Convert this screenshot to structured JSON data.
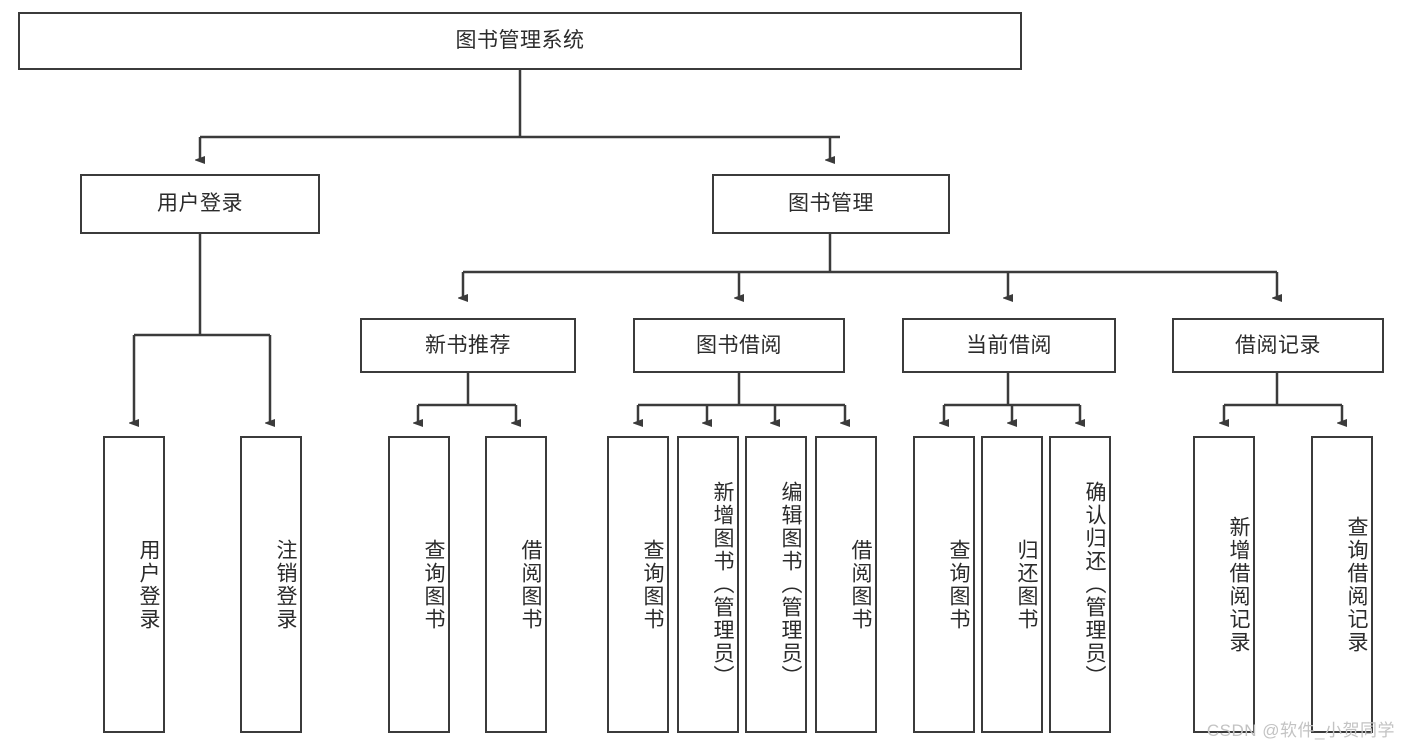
{
  "diagram": {
    "title_node": {
      "label": "图书管理系统"
    },
    "level2": [
      {
        "key": "user_login",
        "label": "用户登录"
      },
      {
        "key": "book_manage",
        "label": "图书管理"
      }
    ],
    "level3": [
      {
        "key": "new_book_rec",
        "label": "新书推荐"
      },
      {
        "key": "book_borrow",
        "label": "图书借阅"
      },
      {
        "key": "current_borrow",
        "label": "当前借阅"
      },
      {
        "key": "borrow_record",
        "label": "借阅记录"
      }
    ],
    "leaves": {
      "user_login": [
        {
          "label": "用户登录"
        },
        {
          "label": "注销登录"
        }
      ],
      "new_book_rec": [
        {
          "label": "查询图书"
        },
        {
          "label": "借阅图书"
        }
      ],
      "book_borrow": [
        {
          "label": "查询图书"
        },
        {
          "label": "新增图书（管理员）"
        },
        {
          "label": "编辑图书（管理员）"
        },
        {
          "label": "借阅图书"
        }
      ],
      "current_borrow": [
        {
          "label": "查询图书"
        },
        {
          "label": "归还图书"
        },
        {
          "label": "确认归还（管理员）"
        }
      ],
      "borrow_record": [
        {
          "label": "新增借阅记录"
        },
        {
          "label": "查询借阅记录"
        }
      ]
    },
    "colors": {
      "stroke": "#3b3b3b",
      "text": "#2b2b2b",
      "background": "#ffffff",
      "watermark": "#c3c3c3"
    }
  },
  "watermark": {
    "text": "CSDN @软件_小贺同学"
  }
}
